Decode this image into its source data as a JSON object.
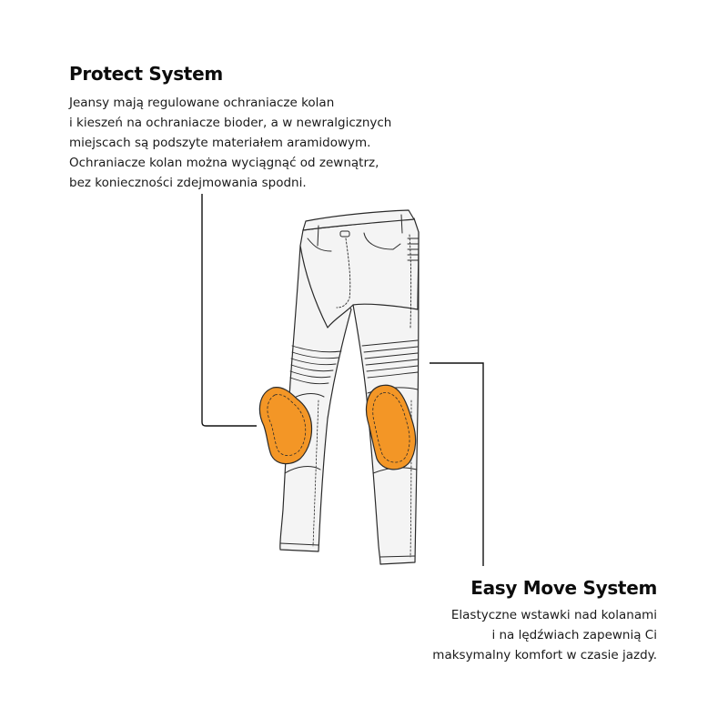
{
  "protect": {
    "title": "Protect System",
    "lines": [
      "Jeansy mają regulowane ochraniacze kolan",
      "i kieszeń na ochraniacze bioder, a w newralgicznych",
      "miejscach są podszyte materiałem aramidowym.",
      "Ochraniacze kolan można wyciągnąć od zewnątrz,",
      "bez konieczności zdejmowania spodni."
    ]
  },
  "easy_move": {
    "title": "Easy Move System",
    "lines": [
      "Elastyczne wstawki nad kolanami",
      "i na lędźwiach zapewnią Ci",
      "maksymalny komfort w czasie jazdy."
    ]
  },
  "colors": {
    "knee_armor": "#f39626",
    "outline": "#2a2a2a",
    "fabric": "#f4f4f4",
    "callout_line": "#111111"
  },
  "icons": {
    "illustration": "motorcycle-jeans-illustration",
    "knee_protector": "knee-protector-icon"
  }
}
